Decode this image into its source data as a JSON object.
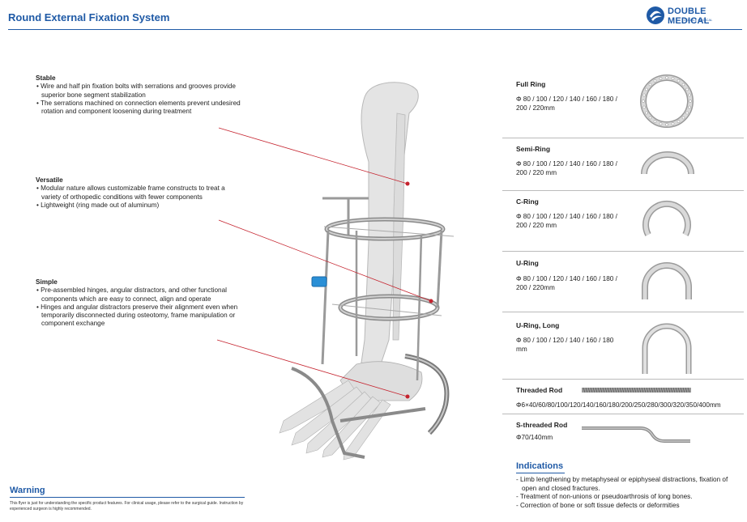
{
  "header": {
    "title": "Round External Fixation System",
    "brand": "DOUBLE MEDICAL",
    "brand_sub": "DOUBLE MEDICAL"
  },
  "features": [
    {
      "heading": "Stable",
      "bullets": [
        "• Wire and half pin fixation bolts with serrations and grooves provide superior bone segment stabilization",
        "• The serrations machined on connection elements prevent undesired rotation and component loosening during treatment"
      ]
    },
    {
      "heading": "Versatile",
      "bullets": [
        "• Modular nature allows customizable frame constructs to treat a variety of orthopedic conditions with fewer components",
        "• Lightweight (ring made out of aluminum)"
      ]
    },
    {
      "heading": "Simple",
      "bullets": [
        "• Pre-assembled hinges, angular distractors, and other functional components which are easy to connect, align and operate",
        "• Hinges and angular distractors preserve their alignment even when temporarily disconnected during osteotomy, frame manipulation or component exchange"
      ]
    }
  ],
  "rings": [
    {
      "name": "Full Ring",
      "spec": "Φ 80 / 100 / 120 / 140 / 160 / 180 / 200 / 220mm",
      "shape": "full-ring-icon"
    },
    {
      "name": "Semi-Ring",
      "spec": "Φ 80 / 100 / 120 / 140 / 160 / 180 / 200 / 220 mm",
      "shape": "semi-ring-icon"
    },
    {
      "name": "C-Ring",
      "spec": "Φ 80 / 100 / 120 / 140 / 160 / 180 / 200 / 220 mm",
      "shape": "c-ring-icon"
    },
    {
      "name": "U-Ring",
      "spec": "Φ 80 / 100 / 120 / 140 / 160 / 180 / 200 / 220mm",
      "shape": "u-ring-icon"
    },
    {
      "name": "U-Ring, Long",
      "spec": "Φ 80 / 100 / 120 / 140 / 160 / 180 mm",
      "shape": "u-ring-long-icon"
    }
  ],
  "rods": [
    {
      "name": "Threaded Rod",
      "spec": "Φ6×40/60/80/100/120/140/160/180/200/250/280/300/320/350/400mm"
    },
    {
      "name": "S-threaded Rod",
      "spec": "Φ70/140mm"
    }
  ],
  "indications": {
    "title": "Indications",
    "items": [
      "- Limb lengthening by metaphyseal or epiphyseal distractions, fixation of open and closed fractures.",
      "- Treatment of non-unions or pseudoarthrosis of long bones.",
      "- Correction of bone or soft tissue defects or deformities"
    ]
  },
  "warning": {
    "title": "Warning",
    "text": "This flyer is just for understanding the specific product features. For clinical usage, please refer to the surgical guide. Instruction by experienced surgeon is highly recommended."
  },
  "colors": {
    "brand": "#1f5aa6",
    "leader": "#c5232e",
    "clamp": "#2a8fd6"
  }
}
